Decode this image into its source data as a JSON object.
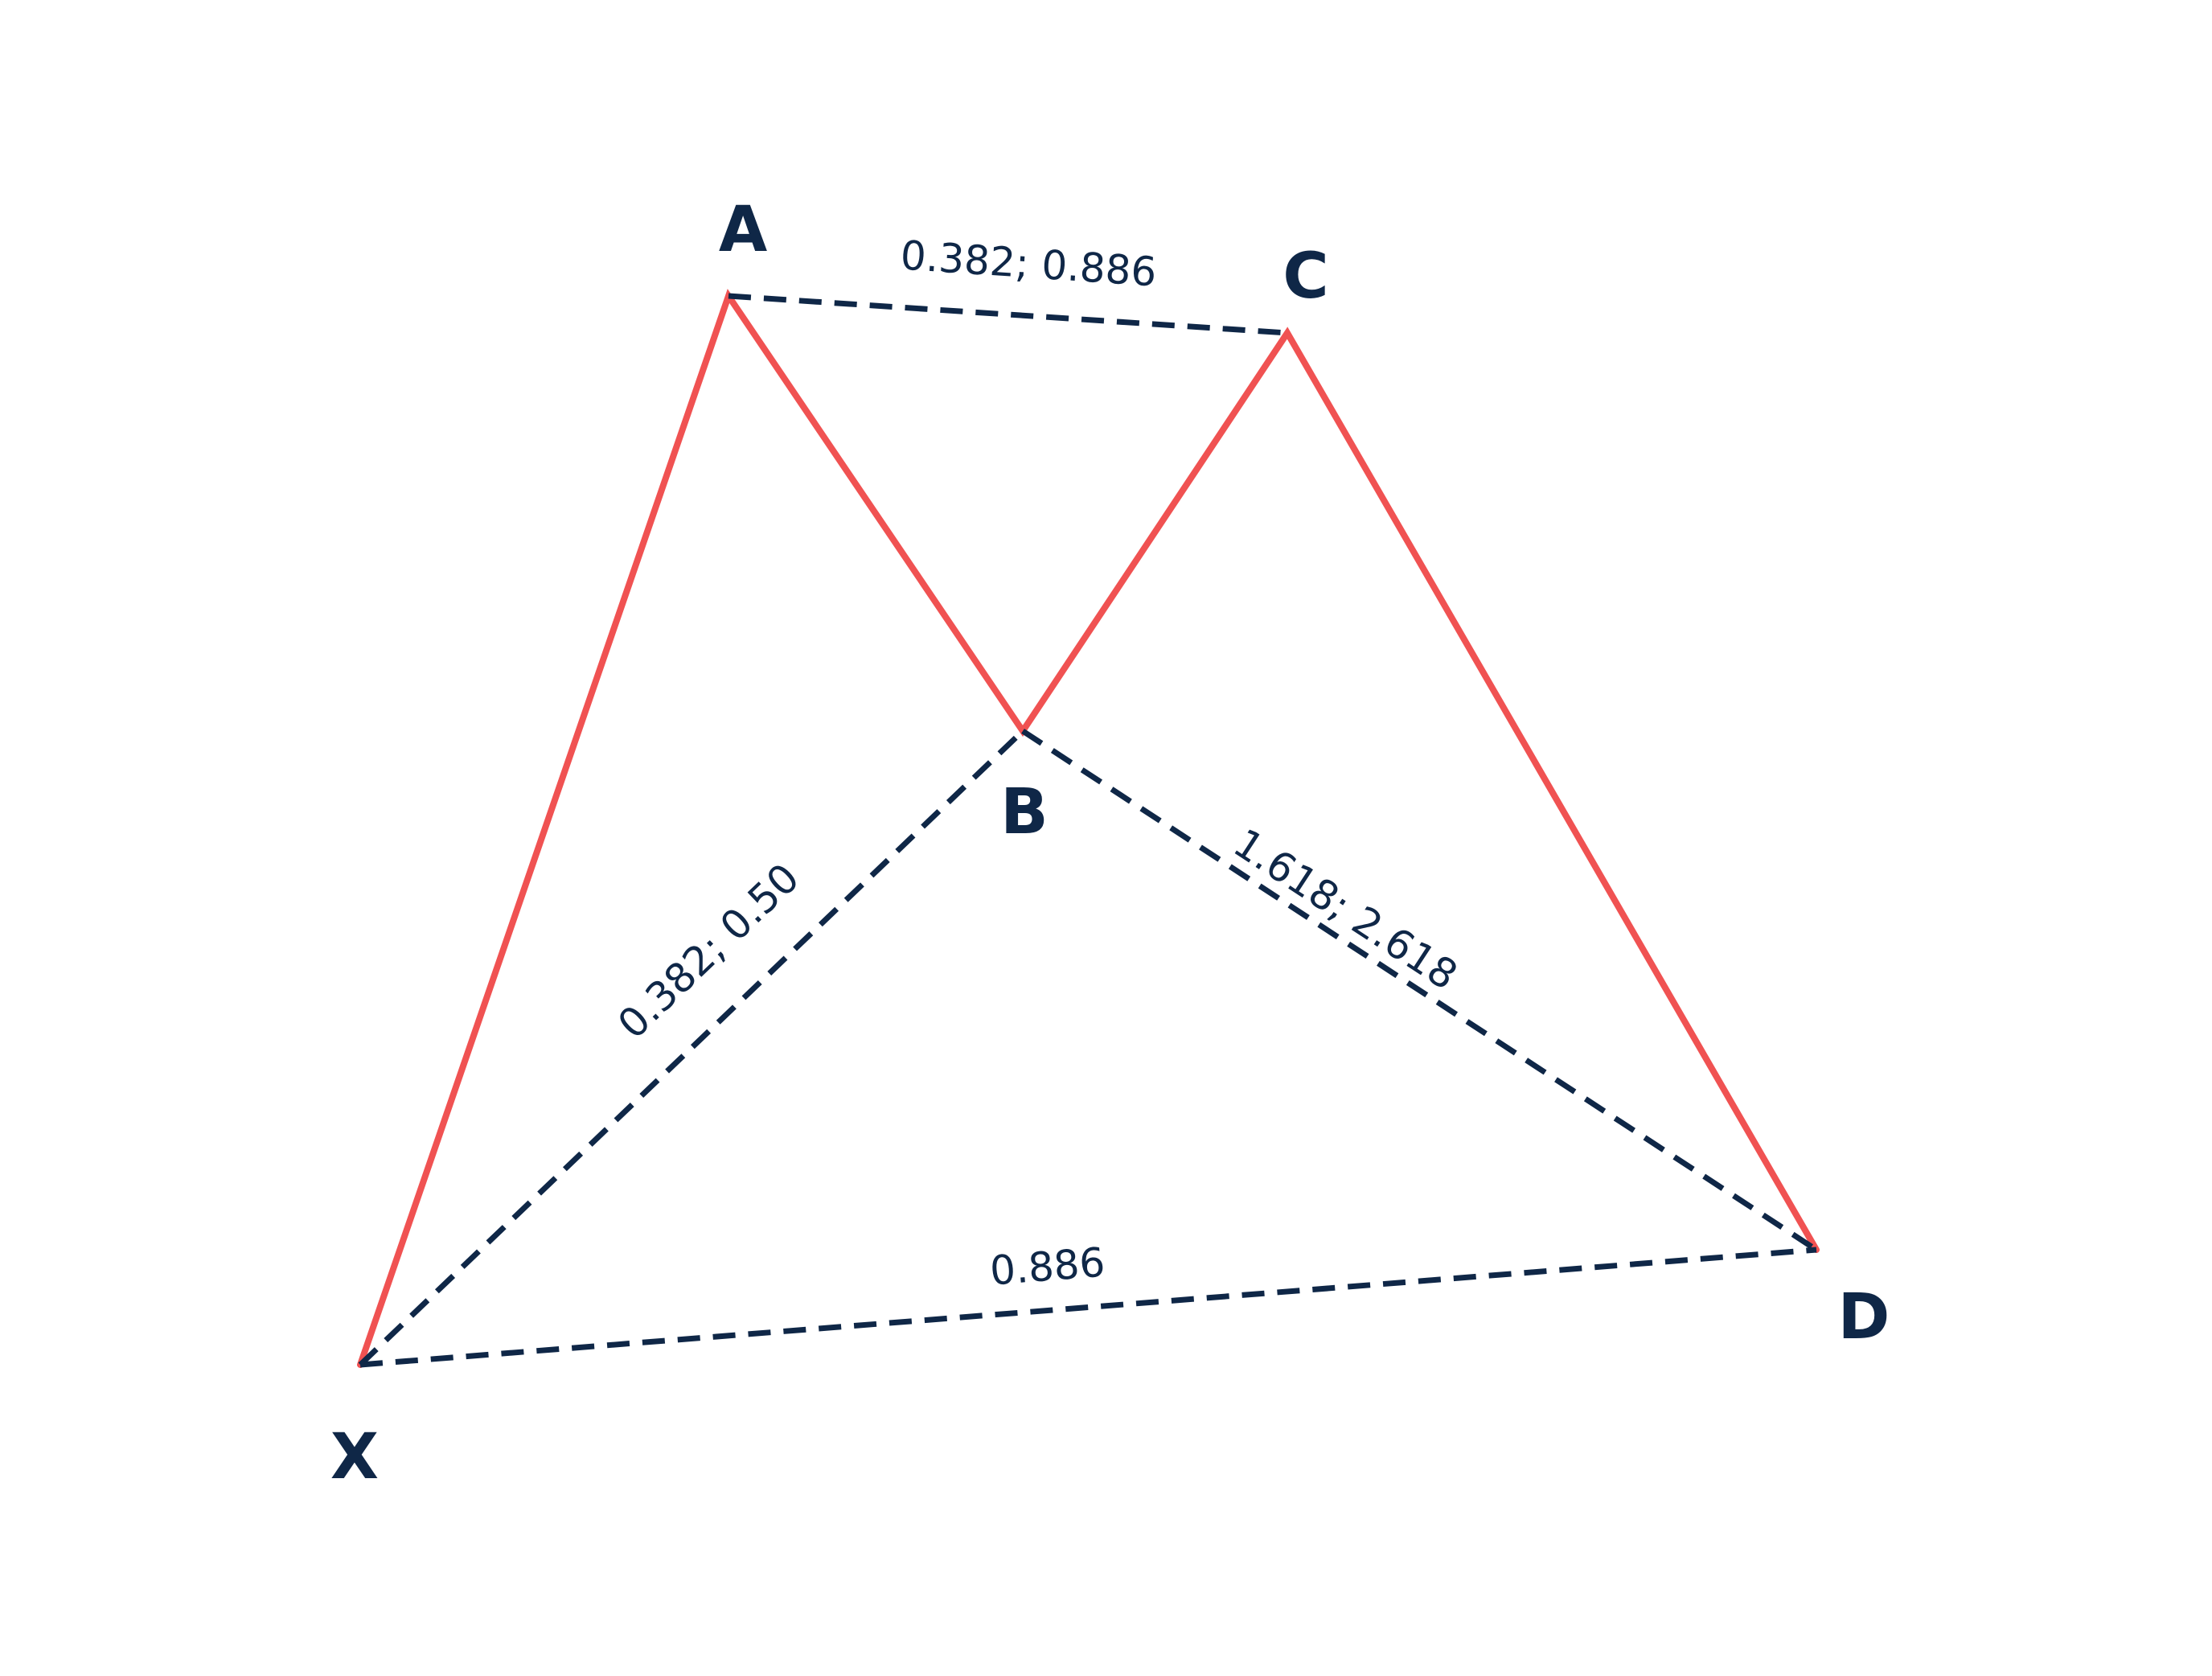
{
  "colors": {
    "price_line": "#f05252",
    "ratio_line": "#0f2747",
    "text": "#0f2747",
    "background": "#ffffff"
  },
  "points": {
    "x": "X",
    "a": "A",
    "b": "B",
    "c": "C",
    "d": "D"
  },
  "ratios": {
    "ac": "0.382; 0.886",
    "xb": "0.382; 0.50",
    "bd": "1.618; 2.618",
    "xd": "0.886"
  }
}
